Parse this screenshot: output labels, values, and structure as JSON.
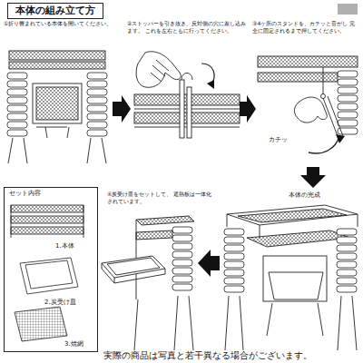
{
  "diagram": {
    "title": "本体の組み立て方",
    "caption": "実際の商品は写真と若干異なる場合がございます。",
    "nodes": [
      {
        "text": [
          "セット内容",
          "1.本体",
          "2.炭受け皿",
          "3.焼網"
        ]
      }
    ],
    "labels": [
      "①折り畳まれている本体を開いてください。",
      "②ストッパーを引き抜き、反対側の穴に差し込みます。 これを左右ともに行ってください。",
      "③4ヶ所のスタンドを、カチッと音がし 完全に固定されるまで押してください。",
      "カチッ",
      "本体の完成",
      "④炭受け皿をセットして、 遮熱板は一体化されています。"
    ]
  }
}
